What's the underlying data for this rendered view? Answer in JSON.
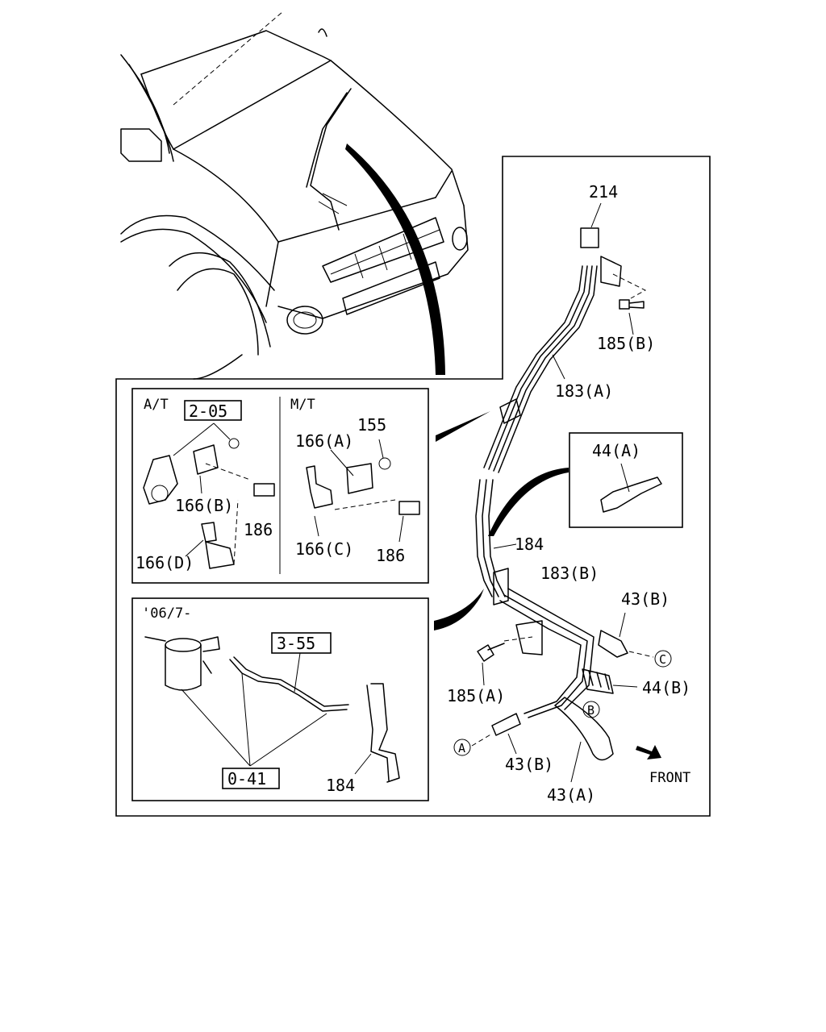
{
  "callouts": {
    "c214": "214",
    "c185b": "185(B)",
    "c183a": "183(A)",
    "c44a": "44(A)",
    "c184": "184",
    "c183b": "183(B)",
    "c43b_top": "43(B)",
    "c185a": "185(A)",
    "c44b": "44(B)",
    "c43b_bottom": "43(B)",
    "c43a": "43(A)",
    "front": "FRONT"
  },
  "connectors": {
    "a": "A",
    "b": "B",
    "c": "C"
  },
  "inset_transmission": {
    "at_label": "A/T",
    "mt_label": "M/T",
    "ref_205": "2-05",
    "c166a": "166(A)",
    "c155": "155",
    "c166b": "166(B)",
    "c186_at": "186",
    "c166c": "166(C)",
    "c186_mt": "186",
    "c166d": "166(D)"
  },
  "inset_canister": {
    "date_label": "'06/7-",
    "ref_355": "3-55",
    "ref_041": "0-41",
    "c184": "184"
  }
}
